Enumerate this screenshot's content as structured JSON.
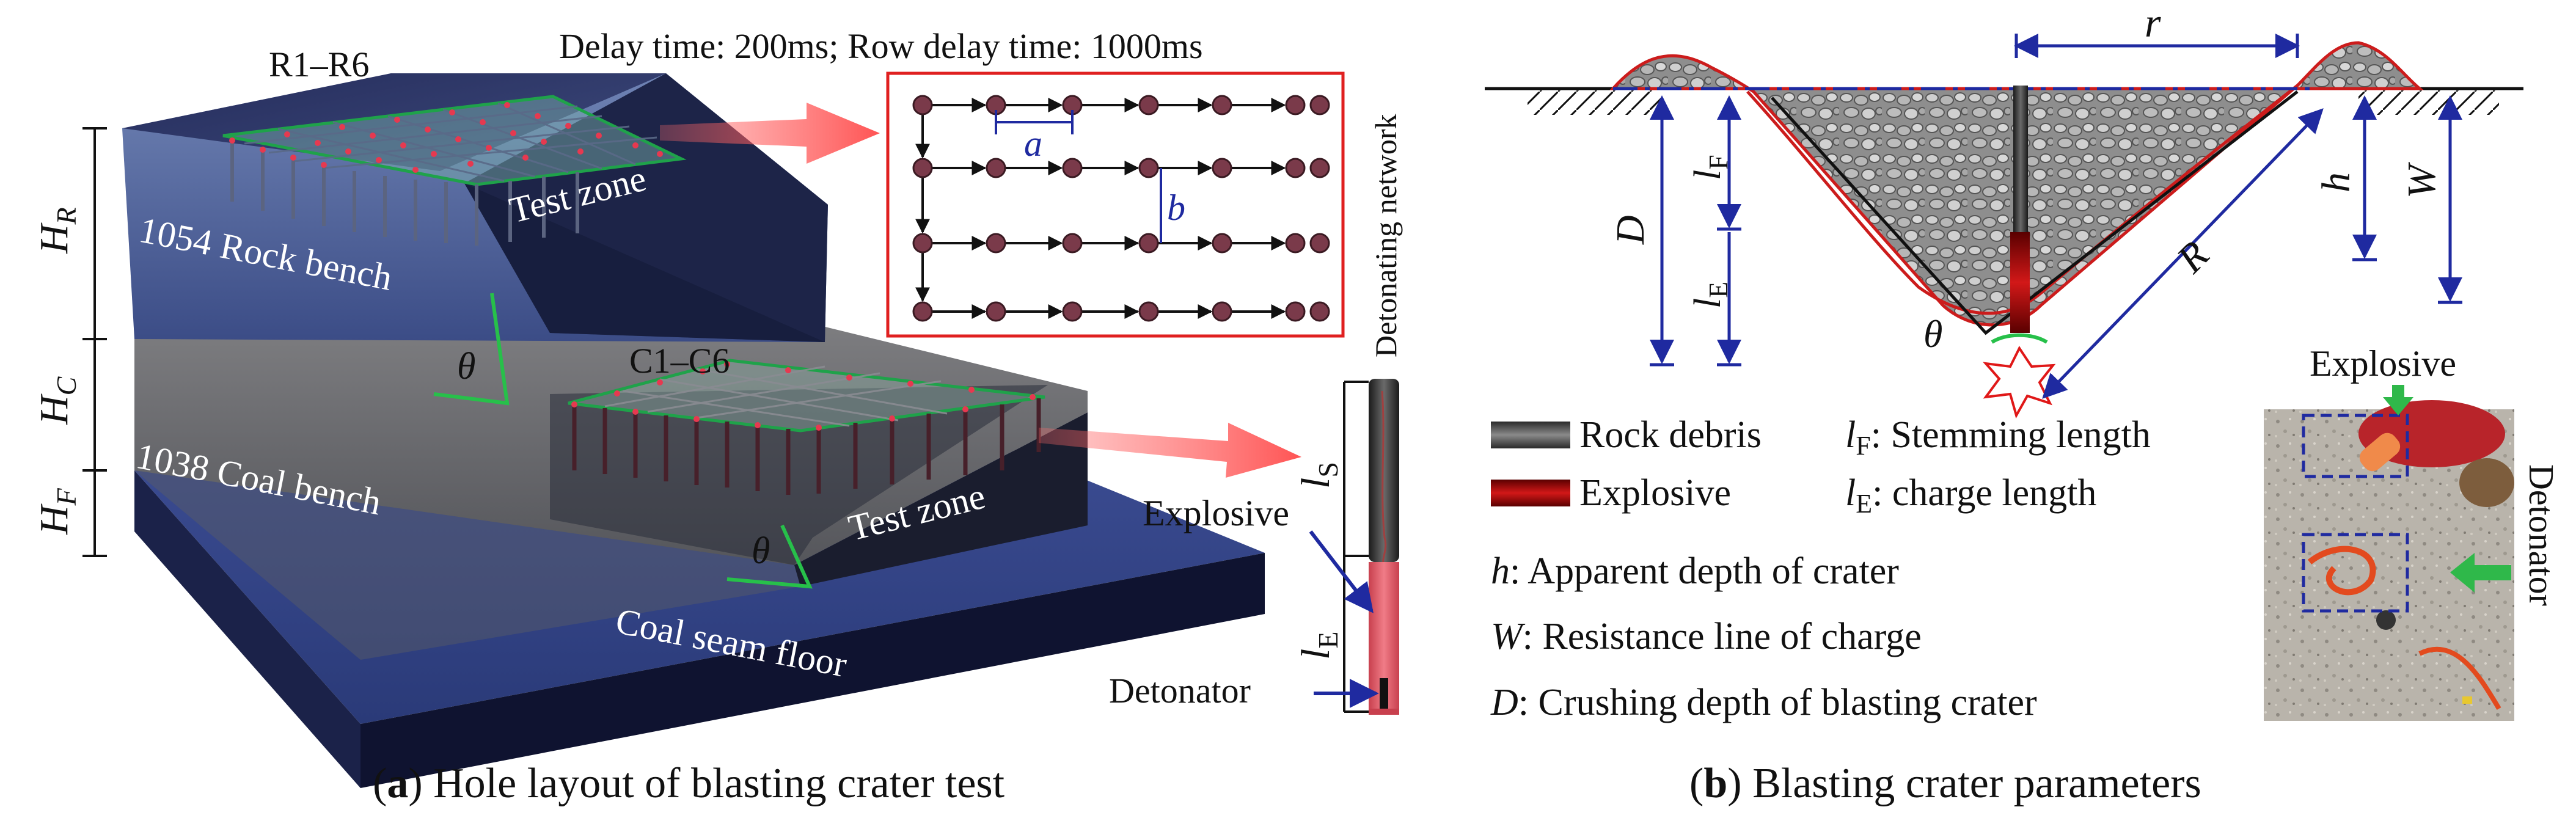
{
  "panel_a": {
    "delay_text": "Delay time: 200ms; Row delay time: 1000ms",
    "rock_rows": "R1–R6",
    "coal_rows": "C1–C6",
    "rock_bench": "1054 Rock bench",
    "coal_bench": "1038 Coal bench",
    "coal_floor": "Coal seam floor",
    "test_zone": "Test zone",
    "h_r": "H",
    "h_r_sub": "R",
    "h_c": "H",
    "h_c_sub": "C",
    "h_f": "H",
    "h_f_sub": "F",
    "theta": "θ",
    "spacing_a": "a",
    "spacing_b": "b",
    "detonating_network": "Detonating network",
    "explosive": "Explosive",
    "detonator": "Detonator",
    "l_s": "l",
    "l_s_sub": "S",
    "l_e": "l",
    "l_e_sub": "E",
    "caption_label": "a",
    "caption_text": "Hole layout of blasting crater test"
  },
  "panel_b": {
    "r": "r",
    "R": "R",
    "D": "D",
    "h": "h",
    "W": "W",
    "l": "l",
    "F": "F",
    "E": "E",
    "theta": "θ",
    "legend": {
      "rock_debris": "Rock debris",
      "explosive": "Explosive",
      "stemming_sym_sub": "F",
      "stemming_text": ": Stemming length",
      "charge_sym_sub": "E",
      "charge_text": ": charge length"
    },
    "defs": {
      "h_sym": "h",
      "h_text": ": Apparent depth of crater",
      "w_sym": "W",
      "w_text": ": Resistance line of charge",
      "d_sym": "D",
      "d_text": ": Crushing depth of blasting crater"
    },
    "photo_explosive": "Explosive",
    "photo_detonator": "Detonator",
    "caption_label": "b",
    "caption_text": "Blasting crater parameters"
  }
}
